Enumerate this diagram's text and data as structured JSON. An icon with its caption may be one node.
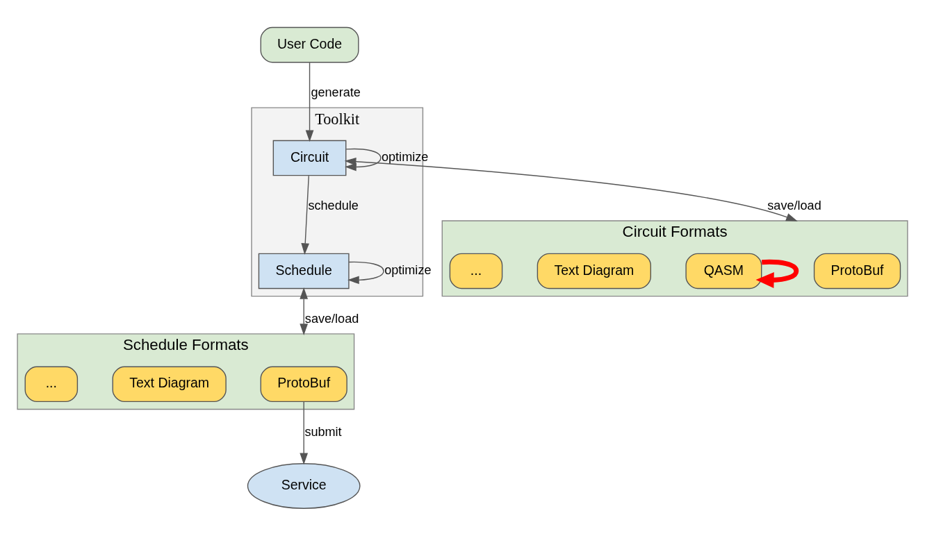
{
  "diagram": {
    "nodes": [
      {
        "text": [
          "Toolkit"
        ]
      },
      {
        "text": [
          "Circuit"
        ],
        "in": 0
      },
      {
        "text": [
          "Schedule"
        ],
        "in": 0
      },
      {
        "text": [
          "User Code"
        ]
      },
      {
        "text": [
          "Circuit Formats"
        ]
      },
      {
        "text": [
          "ProtoBuf"
        ],
        "in": 4
      },
      {
        "text": [
          "QASM"
        ],
        "in": 4
      },
      {
        "text": [
          "Text Diagram"
        ],
        "in": 4
      },
      {
        "text": [
          "..."
        ],
        "in": 4
      },
      {
        "text": [
          "Schedule Formats"
        ]
      },
      {
        "text": [
          "ProtoBuf"
        ],
        "in": 9
      },
      {
        "text": [
          "Text Diagram"
        ],
        "in": 9
      },
      {
        "text": [
          "..."
        ],
        "in": 9
      },
      {
        "text": [
          "Service"
        ]
      }
    ],
    "edges": [
      {
        "from": 3,
        "to": 1,
        "arrow": "to",
        "label": "generate"
      },
      {
        "from": 1,
        "to": 1,
        "arrow": "to",
        "label": "optimize"
      },
      {
        "from": 2,
        "to": 2,
        "arrow": "to",
        "label": "optimize"
      },
      {
        "from": 1,
        "to": 2,
        "arrow": "to",
        "label": "schedule"
      },
      {
        "from": 1,
        "to": 4,
        "arrow": "both",
        "label": "save/load"
      },
      {
        "from": 2,
        "to": 9,
        "arrow": "both",
        "label": "save/load"
      },
      {
        "from": 10,
        "to": 13,
        "arrow": "to",
        "label": "submit"
      },
      {
        "from": 6,
        "to": 6,
        "arrow": "to",
        "style": "thick",
        "color": "#ff0000"
      }
    ]
  }
}
